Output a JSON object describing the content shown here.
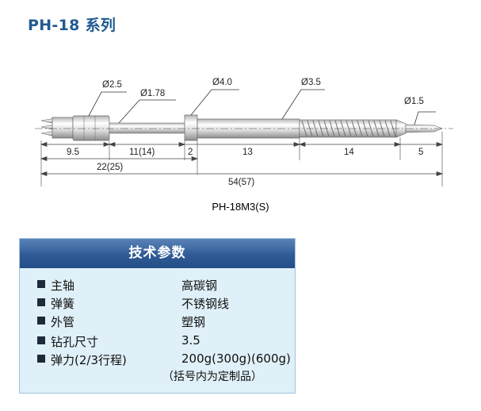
{
  "title": "PH-18 系列",
  "drawing": {
    "diameter_labels": [
      "Ø2.5",
      "Ø1.78",
      "Ø4.0",
      "Ø3.5",
      "Ø1.5"
    ],
    "dims_top": [
      "9.5",
      "11(14)",
      "2",
      "13",
      "14",
      "5"
    ],
    "dims_mid": "22(25)",
    "dims_total": "54(57)",
    "model": "PH-18M3(S)"
  },
  "specs": {
    "header": "技术参数",
    "rows": [
      {
        "key": "主轴",
        "value": "高碳钢"
      },
      {
        "key": "弹簧",
        "value": "不锈钢线"
      },
      {
        "key": "外管",
        "value": "塑钢"
      },
      {
        "key": "钻孔尺寸",
        "value": "3.5"
      },
      {
        "key": "弹力(2/3行程)",
        "value": "200g(300g)(600g)"
      }
    ],
    "note": "（括号内为定制品）"
  },
  "colors": {
    "title": "#1f5a90",
    "header": "#2f5b96",
    "panel": "#dff0f8"
  }
}
